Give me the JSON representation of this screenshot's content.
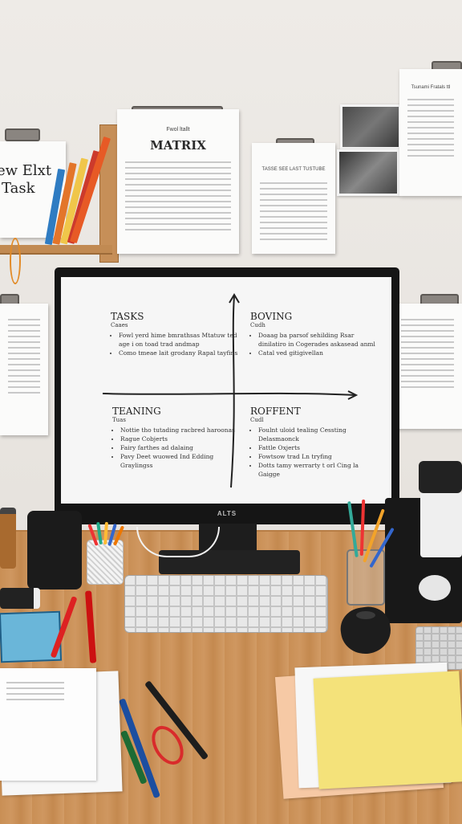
{
  "wall_papers": {
    "left_card": {
      "line1": "ew Elxt",
      "line2": "Task"
    },
    "matrix_sheet": {
      "kicker": "Fwol ltallt",
      "title": "MATRIX"
    },
    "middle_clip": {
      "heading": "TASSE SEE LAST TUSTUBE"
    },
    "right_top_sheet": {
      "heading": "Tsunami Fratals ttl"
    }
  },
  "monitor": {
    "brand": "ALTS",
    "quadrants": [
      {
        "title": "TASKS",
        "subtitle": "Caaes",
        "items": [
          "Fowl yerd hime bmrathsas Mtatuw ted age i on toad trad andmap",
          "Como tmeae lait grodany Rapal tayfins"
        ]
      },
      {
        "title": "BOVING",
        "subtitle": "Cudh",
        "items": [
          "Doaag ba parsof sehilding Rsar dinilatiro in Cogerades askasead anml",
          "Catal ved gitigivellan"
        ]
      },
      {
        "title": "TEANING",
        "subtitle": "Tuas",
        "items": [
          "Nottie tho tutading racbred haroonas",
          "Rague Cobjerts",
          "Fairy farthes ad dalaing",
          "Pavy Deet wuowed Ind Edding Graylingss"
        ]
      },
      {
        "title": "ROFFENT",
        "subtitle": "Cudl",
        "items": [
          "Foulnt uloid tealing Cessting Delasmaonck",
          "Fattle Oxjerts",
          "Fowtsow trad Ln tryfing",
          "Dotts tamy werrarty t orl Cing la Gaigge"
        ]
      }
    ]
  },
  "colors": {
    "wall": "#eae7e3",
    "desk_wood": "#cc9259",
    "monitor_bezel": "#151515",
    "screen": "#f6f6f6",
    "sticky_yellow": "#f4e27a",
    "accent_red": "#d92b2b"
  }
}
